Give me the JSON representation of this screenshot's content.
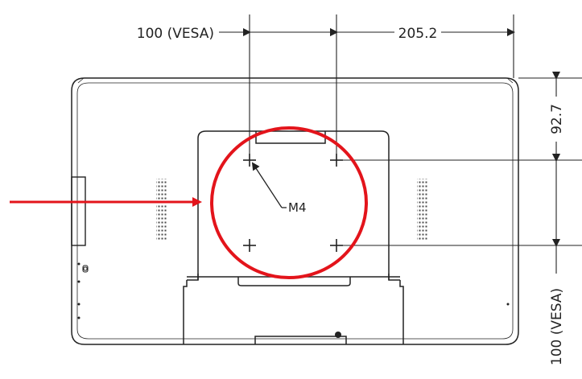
{
  "dimensions": {
    "vesa_horizontal": "100 (VESA)",
    "right_offset": "205.2",
    "top_offset": "92.7",
    "vesa_vertical": "100 (VESA)"
  },
  "callouts": {
    "screw_size": "M4"
  },
  "colors": {
    "highlight": "#e3141b",
    "line": "#222222"
  },
  "icons": {
    "pointer": "red-arrow-icon",
    "highlight": "red-circle-highlight"
  }
}
